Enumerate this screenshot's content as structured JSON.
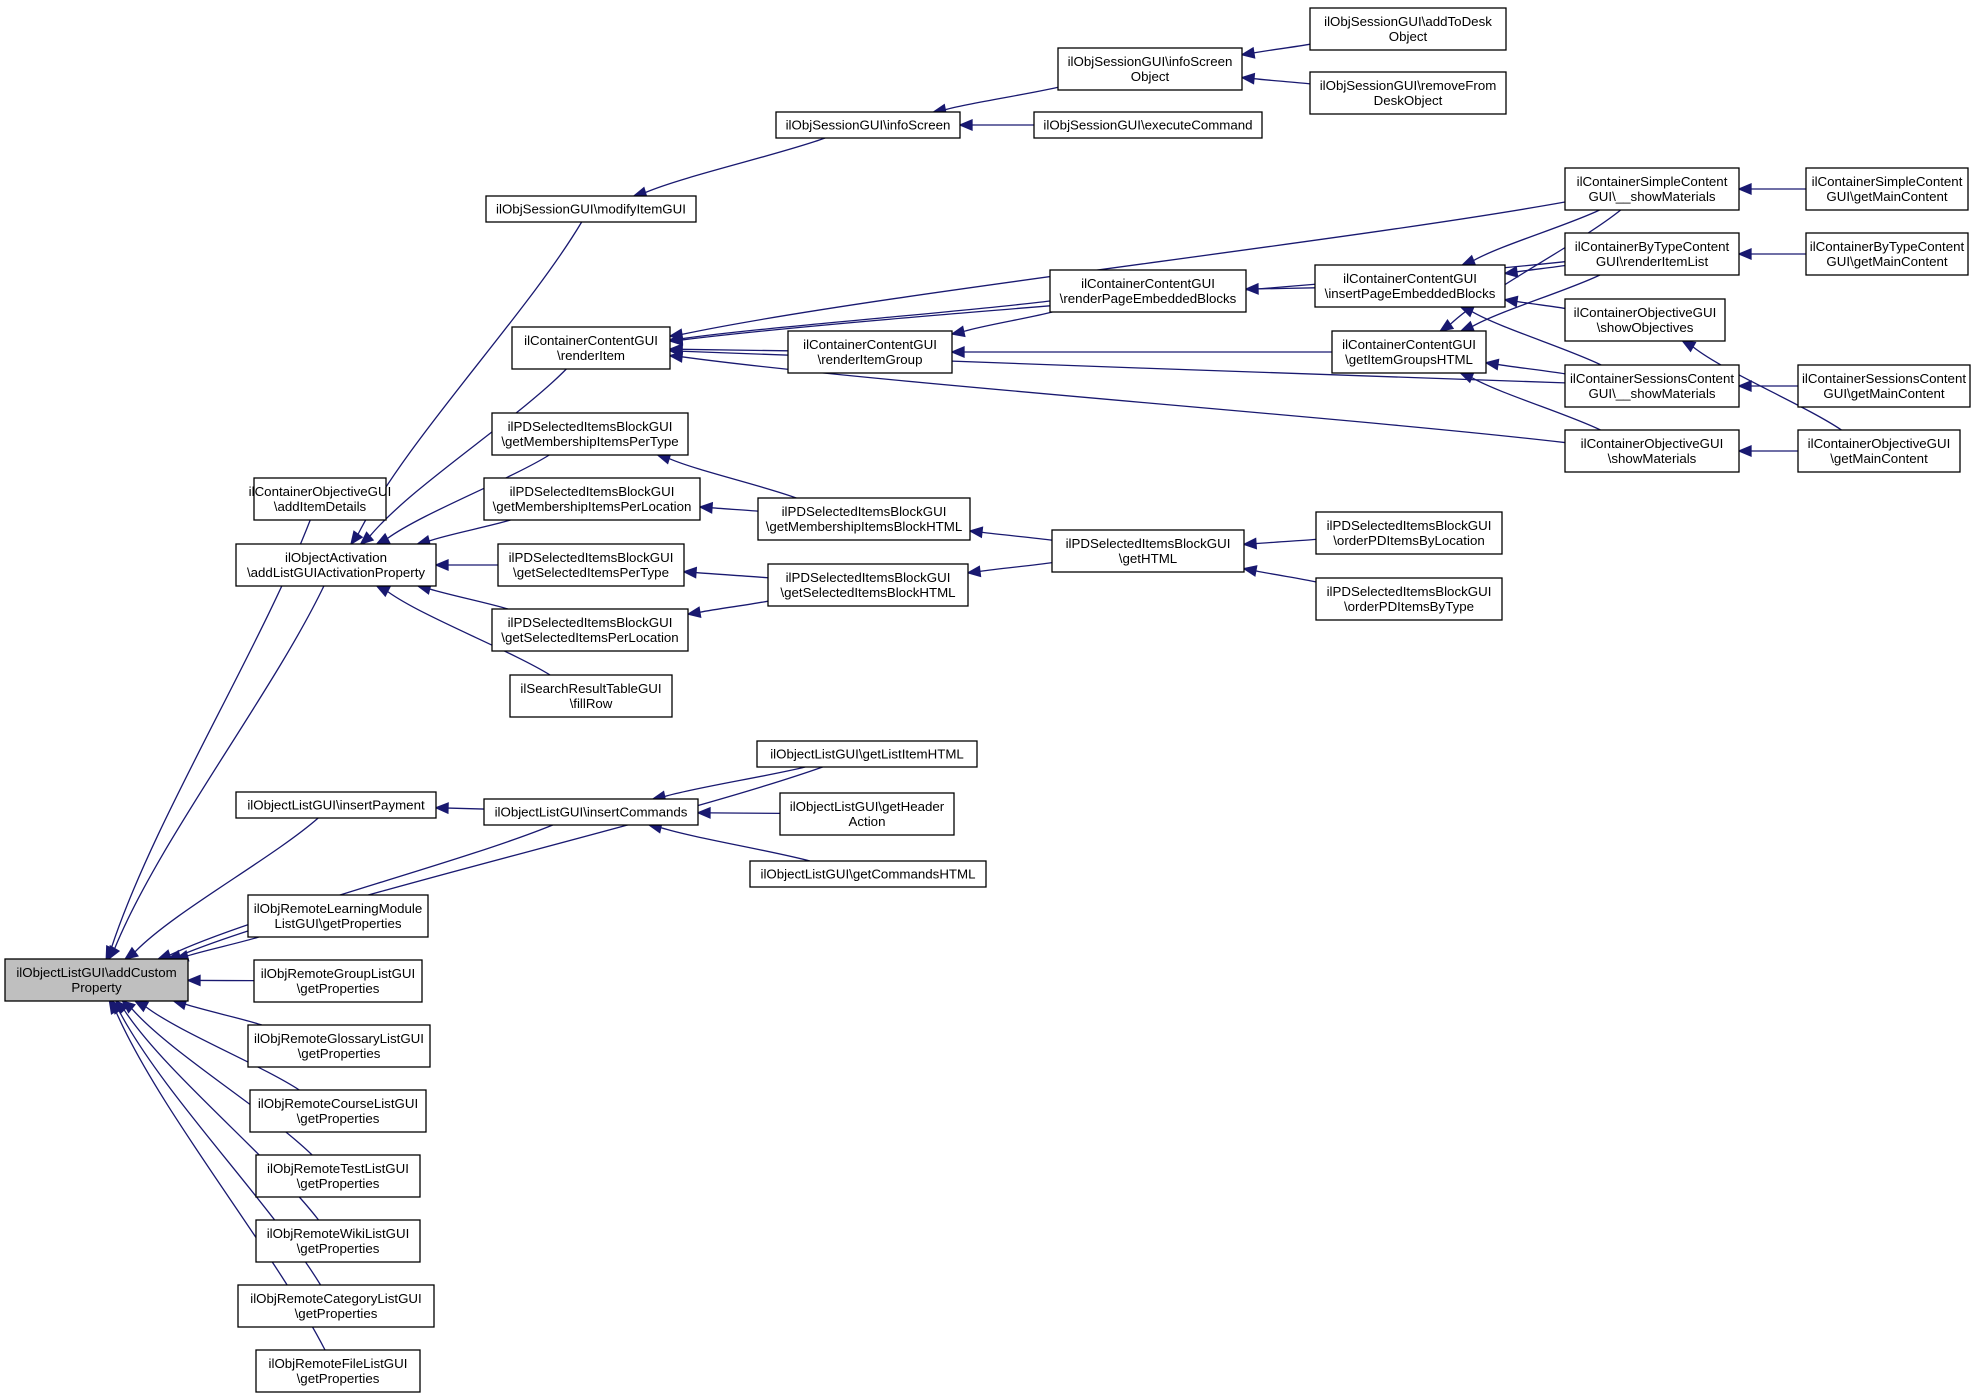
{
  "graph": {
    "root": "n0",
    "colors": {
      "edge": "#191970",
      "node_border": "#000000",
      "node_fill": "#ffffff",
      "root_fill": "#bfbfbf"
    },
    "nodes": [
      {
        "id": "n0",
        "lines": [
          "ilObjectListGUI\\addCustom",
          "Property"
        ],
        "root": true
      },
      {
        "id": "n1",
        "lines": [
          "ilContainerObjectiveGUI",
          "\\addItemDetails"
        ]
      },
      {
        "id": "n2",
        "lines": [
          "ilObjectActivation",
          "\\addListGUIActivationProperty"
        ]
      },
      {
        "id": "n3",
        "lines": [
          "ilObjectListGUI\\getListItemHTML"
        ]
      },
      {
        "id": "n4",
        "lines": [
          "ilObjectListGUI\\insertPayment"
        ]
      },
      {
        "id": "n5",
        "lines": [
          "ilObjectListGUI\\insertCommands"
        ]
      },
      {
        "id": "n6",
        "lines": [
          "ilObjRemoteLearningModule",
          "ListGUI\\getProperties"
        ]
      },
      {
        "id": "n7",
        "lines": [
          "ilObjRemoteGroupListGUI",
          "\\getProperties"
        ]
      },
      {
        "id": "n8",
        "lines": [
          "ilObjRemoteGlossaryListGUI",
          "\\getProperties"
        ]
      },
      {
        "id": "n9",
        "lines": [
          "ilObjRemoteCourseListGUI",
          "\\getProperties"
        ]
      },
      {
        "id": "n10",
        "lines": [
          "ilObjRemoteTestListGUI",
          "\\getProperties"
        ]
      },
      {
        "id": "n11",
        "lines": [
          "ilObjRemoteWikiListGUI",
          "\\getProperties"
        ]
      },
      {
        "id": "n12",
        "lines": [
          "ilObjRemoteCategoryListGUI",
          "\\getProperties"
        ]
      },
      {
        "id": "n13",
        "lines": [
          "ilObjRemoteFileListGUI",
          "\\getProperties"
        ]
      },
      {
        "id": "n14",
        "lines": [
          "ilObjSessionGUI\\modifyItemGUI"
        ]
      },
      {
        "id": "n15",
        "lines": [
          "ilContainerContentGUI",
          "\\renderItem"
        ]
      },
      {
        "id": "n16",
        "lines": [
          "ilPDSelectedItemsBlockGUI",
          "\\getMembershipItemsPerType"
        ]
      },
      {
        "id": "n17",
        "lines": [
          "ilPDSelectedItemsBlockGUI",
          "\\getMembershipItemsPerLocation"
        ]
      },
      {
        "id": "n18",
        "lines": [
          "ilPDSelectedItemsBlockGUI",
          "\\getSelectedItemsPerType"
        ]
      },
      {
        "id": "n19",
        "lines": [
          "ilPDSelectedItemsBlockGUI",
          "\\getSelectedItemsPerLocation"
        ]
      },
      {
        "id": "n20",
        "lines": [
          "ilSearchResultTableGUI",
          "\\fillRow"
        ]
      },
      {
        "id": "n21",
        "lines": [
          "ilObjSessionGUI\\infoScreen"
        ]
      },
      {
        "id": "n22",
        "lines": [
          "ilObjSessionGUI\\infoScreen",
          "Object"
        ]
      },
      {
        "id": "n23",
        "lines": [
          "ilObjSessionGUI\\executeCommand"
        ]
      },
      {
        "id": "n24",
        "lines": [
          "ilObjSessionGUI\\addToDesk",
          "Object"
        ]
      },
      {
        "id": "n25",
        "lines": [
          "ilObjSessionGUI\\removeFrom",
          "DeskObject"
        ]
      },
      {
        "id": "n26",
        "lines": [
          "ilContainerSimpleContent",
          "GUI\\__showMaterials"
        ]
      },
      {
        "id": "n27",
        "lines": [
          "ilContainerByTypeContent",
          "GUI\\renderItemList"
        ]
      },
      {
        "id": "n28",
        "lines": [
          "ilContainerContentGUI",
          "\\renderPageEmbeddedBlocks"
        ]
      },
      {
        "id": "n29",
        "lines": [
          "ilContainerContentGUI",
          "\\renderItemGroup"
        ]
      },
      {
        "id": "n30",
        "lines": [
          "ilContainerContentGUI",
          "\\getItemGroupsHTML"
        ]
      },
      {
        "id": "n31",
        "lines": [
          "ilContainerSessionsContent",
          "GUI\\__showMaterials"
        ]
      },
      {
        "id": "n32",
        "lines": [
          "ilContainerObjectiveGUI",
          "\\showMaterials"
        ]
      },
      {
        "id": "n33",
        "lines": [
          "ilContainerContentGUI",
          "\\insertPageEmbeddedBlocks"
        ]
      },
      {
        "id": "n34",
        "lines": [
          "ilContainerObjectiveGUI",
          "\\showObjectives"
        ]
      },
      {
        "id": "n35",
        "lines": [
          "ilContainerSimpleContent",
          "GUI\\getMainContent"
        ]
      },
      {
        "id": "n36",
        "lines": [
          "ilContainerByTypeContent",
          "GUI\\getMainContent"
        ]
      },
      {
        "id": "n37",
        "lines": [
          "ilContainerSessionsContent",
          "GUI\\getMainContent"
        ]
      },
      {
        "id": "n38",
        "lines": [
          "ilContainerObjectiveGUI",
          "\\getMainContent"
        ]
      },
      {
        "id": "n39",
        "lines": [
          "ilPDSelectedItemsBlockGUI",
          "\\getMembershipItemsBlockHTML"
        ]
      },
      {
        "id": "n40",
        "lines": [
          "ilPDSelectedItemsBlockGUI",
          "\\getSelectedItemsBlockHTML"
        ]
      },
      {
        "id": "n41",
        "lines": [
          "ilPDSelectedItemsBlockGUI",
          "\\getHTML"
        ]
      },
      {
        "id": "n42",
        "lines": [
          "ilPDSelectedItemsBlockGUI",
          "\\orderPDItemsByLocation"
        ]
      },
      {
        "id": "n43",
        "lines": [
          "ilPDSelectedItemsBlockGUI",
          "\\orderPDItemsByType"
        ]
      },
      {
        "id": "n44",
        "lines": [
          "ilObjectListGUI\\getHeader",
          "Action"
        ]
      },
      {
        "id": "n45",
        "lines": [
          "ilObjectListGUI\\getCommandsHTML"
        ]
      }
    ],
    "edges": [
      {
        "from": "n1",
        "to": "n0"
      },
      {
        "from": "n2",
        "to": "n0"
      },
      {
        "from": "n3",
        "to": "n0"
      },
      {
        "from": "n4",
        "to": "n0"
      },
      {
        "from": "n5",
        "to": "n0"
      },
      {
        "from": "n6",
        "to": "n0"
      },
      {
        "from": "n7",
        "to": "n0"
      },
      {
        "from": "n8",
        "to": "n0"
      },
      {
        "from": "n9",
        "to": "n0"
      },
      {
        "from": "n10",
        "to": "n0"
      },
      {
        "from": "n11",
        "to": "n0"
      },
      {
        "from": "n12",
        "to": "n0"
      },
      {
        "from": "n13",
        "to": "n0"
      },
      {
        "from": "n14",
        "to": "n2"
      },
      {
        "from": "n15",
        "to": "n2"
      },
      {
        "from": "n16",
        "to": "n2"
      },
      {
        "from": "n17",
        "to": "n2"
      },
      {
        "from": "n18",
        "to": "n2"
      },
      {
        "from": "n19",
        "to": "n2"
      },
      {
        "from": "n20",
        "to": "n2"
      },
      {
        "from": "n21",
        "to": "n14"
      },
      {
        "from": "n22",
        "to": "n21"
      },
      {
        "from": "n23",
        "to": "n21"
      },
      {
        "from": "n24",
        "to": "n22"
      },
      {
        "from": "n25",
        "to": "n22"
      },
      {
        "from": "n26",
        "to": "n15"
      },
      {
        "from": "n27",
        "to": "n15"
      },
      {
        "from": "n28",
        "to": "n15"
      },
      {
        "from": "n29",
        "to": "n15"
      },
      {
        "from": "n31",
        "to": "n15"
      },
      {
        "from": "n32",
        "to": "n15"
      },
      {
        "from": "n28",
        "to": "n29"
      },
      {
        "from": "n30",
        "to": "n29"
      },
      {
        "from": "n33",
        "to": "n28"
      },
      {
        "from": "n26",
        "to": "n33"
      },
      {
        "from": "n27",
        "to": "n33"
      },
      {
        "from": "n34",
        "to": "n33"
      },
      {
        "from": "n31",
        "to": "n33"
      },
      {
        "from": "n26",
        "to": "n30"
      },
      {
        "from": "n27",
        "to": "n30"
      },
      {
        "from": "n31",
        "to": "n30"
      },
      {
        "from": "n32",
        "to": "n30"
      },
      {
        "from": "n35",
        "to": "n26"
      },
      {
        "from": "n36",
        "to": "n27"
      },
      {
        "from": "n37",
        "to": "n31"
      },
      {
        "from": "n38",
        "to": "n32"
      },
      {
        "from": "n38",
        "to": "n34"
      },
      {
        "from": "n39",
        "to": "n16"
      },
      {
        "from": "n39",
        "to": "n17"
      },
      {
        "from": "n40",
        "to": "n18"
      },
      {
        "from": "n40",
        "to": "n19"
      },
      {
        "from": "n41",
        "to": "n39"
      },
      {
        "from": "n41",
        "to": "n40"
      },
      {
        "from": "n42",
        "to": "n41"
      },
      {
        "from": "n43",
        "to": "n41"
      },
      {
        "from": "n5",
        "to": "n4"
      },
      {
        "from": "n3",
        "to": "n5"
      },
      {
        "from": "n44",
        "to": "n5"
      },
      {
        "from": "n45",
        "to": "n5"
      }
    ]
  }
}
